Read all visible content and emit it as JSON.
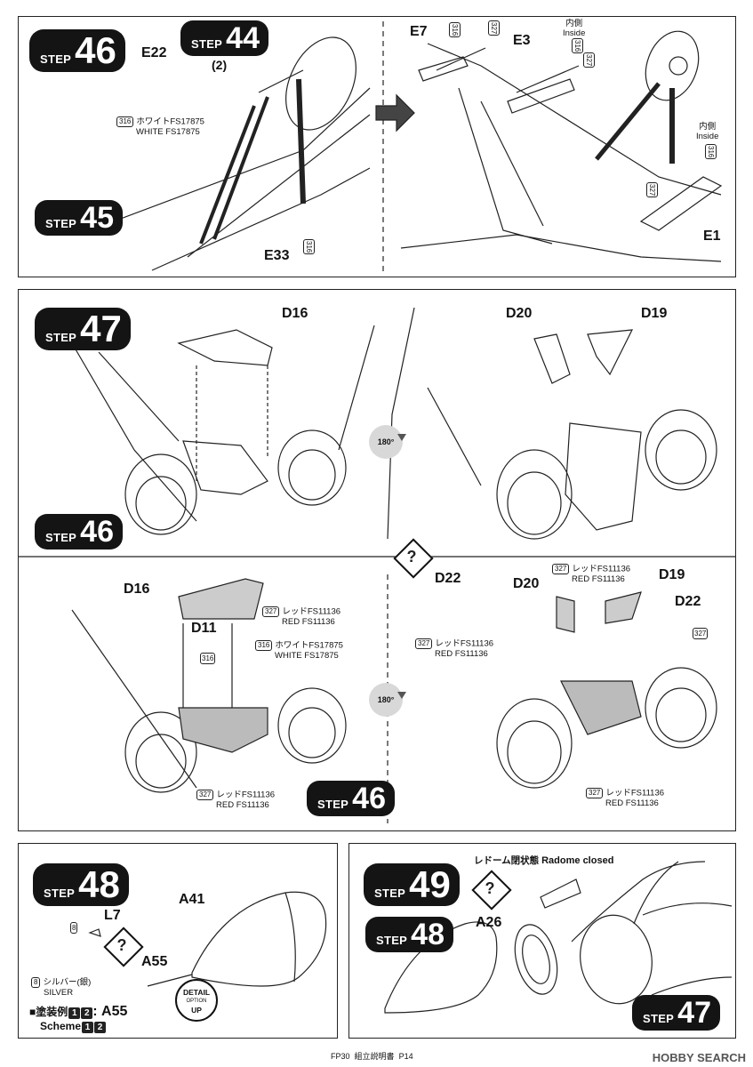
{
  "step_word": "STEP",
  "panel1": {
    "step_main": "46",
    "step_ref_a": "44",
    "step_ref_a_sub": "(2)",
    "step_ref_b": "45",
    "parts": {
      "e22": "E22",
      "e33": "E33",
      "e7": "E7",
      "e3": "E3",
      "e1": "E1"
    },
    "paint_code_white": "316",
    "paint_code_red": "327",
    "paint_white_jp": "ホワイトFS17875",
    "paint_white_en": "WHITE FS17875",
    "inside_jp": "内側",
    "inside_en": "Inside"
  },
  "panel2": {
    "step_main": "47",
    "step_ref": "46",
    "parts": {
      "d16": "D16",
      "d19": "D19",
      "d20": "D20",
      "d11": "D11",
      "d22": "D22"
    },
    "rotate_label": "180°",
    "paint_red_jp": "レッドFS11136",
    "paint_red_en": "RED FS11136",
    "paint_white_jp": "ホワイトFS17875",
    "paint_white_en": "WHITE FS17875",
    "paint_code_white": "316",
    "paint_code_red": "327"
  },
  "panel3": {
    "step_main": "48",
    "parts": {
      "a41": "A41",
      "l7": "L7",
      "a55": "A55"
    },
    "paint_code_silver": "8",
    "silver_jp": "シルバー(銀)",
    "silver_en": "SILVER",
    "detail_top": "DETAIL",
    "detail_mid": "OPTION",
    "detail_bottom": "UP",
    "scheme_jp": "■塗装例",
    "scheme_en": "Scheme",
    "scheme_nums": [
      "1",
      "2"
    ],
    "scheme_part": ": A55"
  },
  "panel4": {
    "step_main": "49",
    "step_ref_a": "48",
    "step_ref_b": "47",
    "title_jp": "レドーム閉状態",
    "title_en": "Radome closed",
    "parts": {
      "a26": "A26"
    }
  },
  "footer": {
    "code": "FP30",
    "title": "組立説明書",
    "page": "P14"
  },
  "watermark": "HOBBY SEARCH"
}
